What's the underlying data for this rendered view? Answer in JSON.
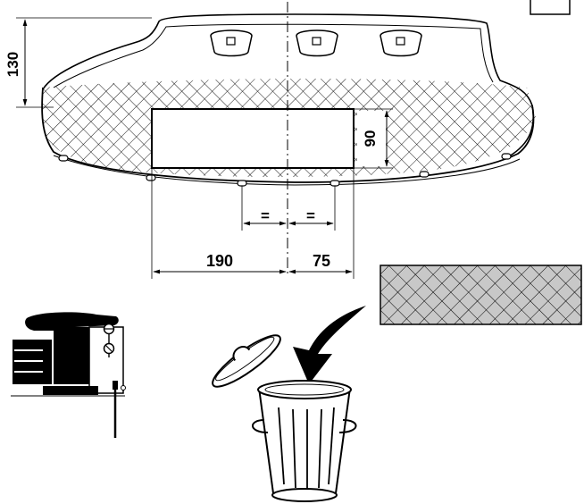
{
  "dimensions": {
    "height_left": "130",
    "cutout_height": "90",
    "left_width": "190",
    "right_width": "75",
    "equal_left": "=",
    "equal_right": "="
  },
  "colors": {
    "ink": "#000000",
    "paper": "#ffffff",
    "hatch_fill": "#c8c8c8"
  },
  "icons": {
    "tool": "jigsaw-icon",
    "discard": "trash-can-icon",
    "material": "hatched-panel-swatch"
  }
}
